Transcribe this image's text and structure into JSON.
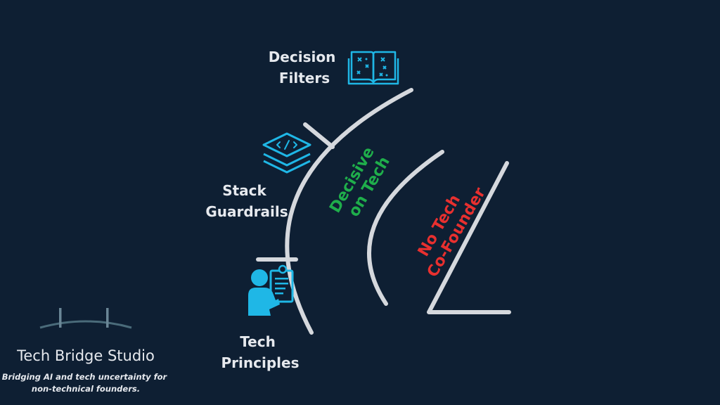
{
  "diagram": {
    "labels": {
      "decision_filters": [
        "Decision",
        "Filters"
      ],
      "stack_guardrails": [
        "Stack",
        "Guardrails"
      ],
      "tech_principles": [
        "Tech",
        "Principles"
      ]
    },
    "middle_ring": [
      "Decisive",
      "on Tech"
    ],
    "inner_ring": [
      "No Tech",
      "Co-Founder"
    ]
  },
  "brand": {
    "name": "Tech Bridge Studio",
    "tagline_line1": "Bridging AI and tech uncertainty for",
    "tagline_line2": "non-technical founders."
  },
  "colors": {
    "background": "#0e1f33",
    "ring": "#d5d8dd",
    "icon": "#1fb7e6",
    "decisive_green": "#1fae4b",
    "no_tech_red": "#e8302f"
  }
}
